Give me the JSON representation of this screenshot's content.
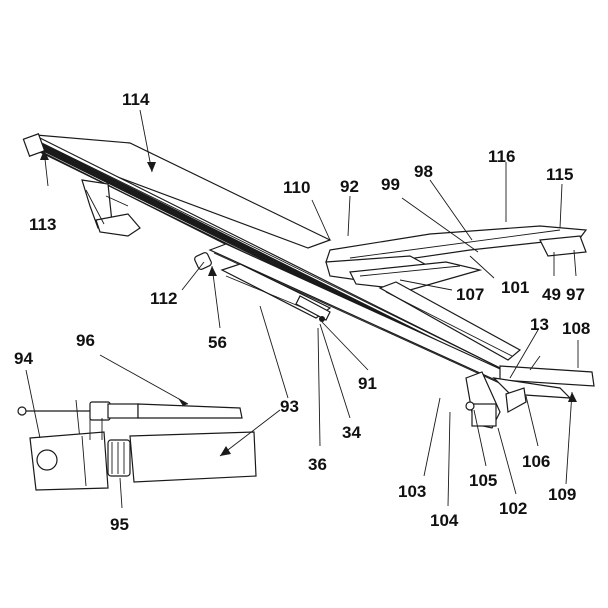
{
  "diagram": {
    "callouts": [
      "114",
      "116",
      "110",
      "92",
      "99",
      "98",
      "115",
      "113",
      "112",
      "107",
      "101",
      "49",
      "97",
      "56",
      "13",
      "108",
      "91",
      "94",
      "96",
      "93",
      "34",
      "36",
      "103",
      "105",
      "106",
      "102",
      "109",
      "104",
      "95"
    ]
  }
}
